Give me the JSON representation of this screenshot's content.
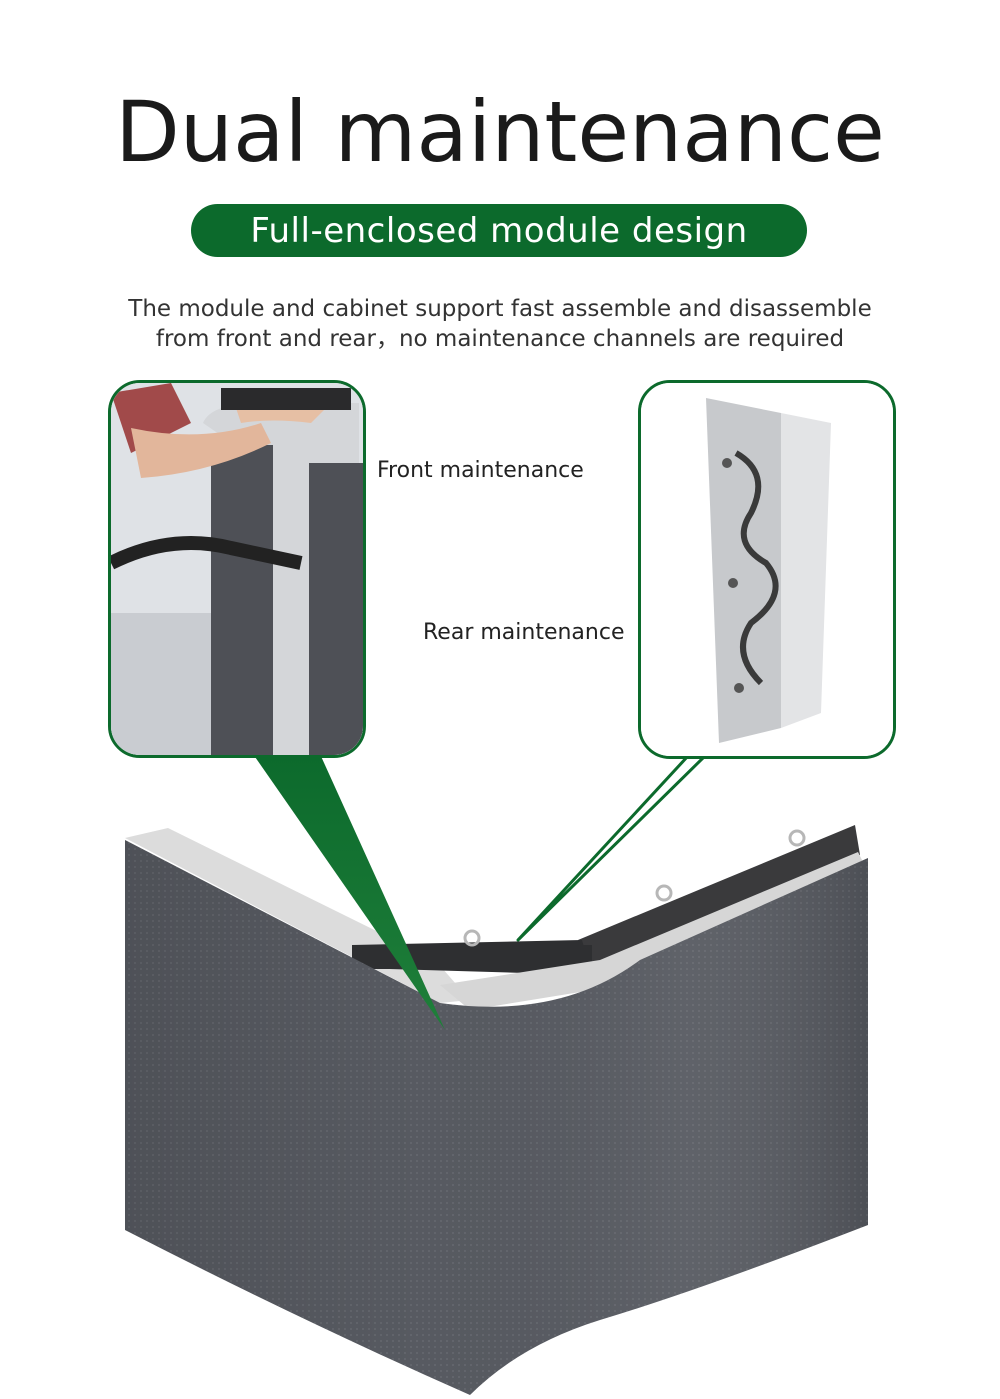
{
  "title": "Dual maintenance",
  "subtitle_pill": "Full-enclosed module design",
  "description": {
    "line1": "The module and cabinet support fast assemble and disassemble",
    "line2": "from front and rear，no maintenance channels are required"
  },
  "callouts": {
    "front_label": "Front maintenance",
    "rear_label": "Rear maintenance"
  },
  "colors": {
    "accent_green": "#0c6a2c",
    "panel_dark": "#505259",
    "frame_silver": "#dcdcdc"
  },
  "icons": {
    "lifting_eye": "eye-bolt-icon"
  }
}
